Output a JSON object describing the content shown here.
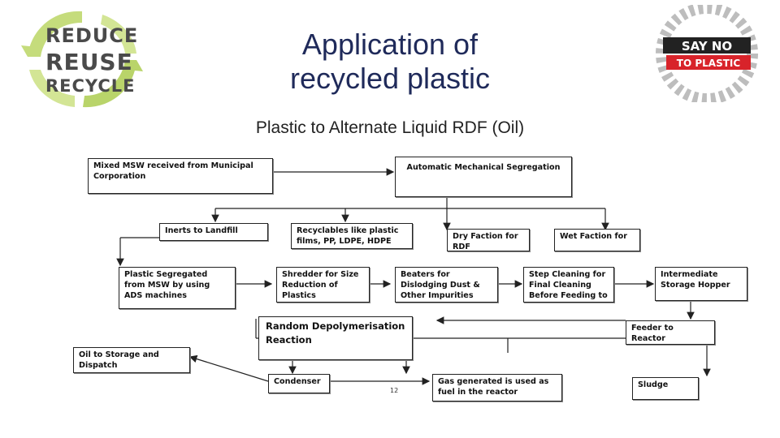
{
  "title_line1": "Application of",
  "title_line2": "recycled plastic",
  "subtitle": "Plastic to Alternate Liquid RDF (Oil)",
  "logo_left": {
    "line1": "REDUCE",
    "line2": "REUSE",
    "line3": "RECYCLE"
  },
  "logo_right": {
    "line1": "SAY NO",
    "line2": "TO PLASTIC"
  },
  "colors": {
    "title": "#1f2a5a",
    "recycle_green": "#b9d46a",
    "say_no_red": "#d8232a"
  },
  "flow": {
    "mixed_msw": "Mixed MSW received from Municipal Corporation",
    "auto_segregation": "Automatic Mechanical Segregation",
    "inerts": "Inerts to Landfill",
    "recyclables": "Recyclables like plastic films, PP, LDPE, HDPE",
    "dry_faction": "Dry Faction for RDF",
    "wet_faction": "Wet Faction for",
    "plastic_segregated": "Plastic Segregated from MSW by using ADS machines",
    "shredder": "Shredder for Size Reduction of Plastics",
    "beaters": "Beaters for Dislodging Dust & Other Impurities",
    "step_cleaning": "Step Cleaning for Final Cleaning Before Feeding to",
    "intermediate": "Intermediate Storage Hopper",
    "random_depoly": "Random Depolymerisation Reaction",
    "feeder": "Feeder to Reactor",
    "oil_storage": "Oil to Storage and Dispatch",
    "condenser": "Condenser",
    "gas_generated": "Gas generated is used as fuel in the reactor",
    "sludge": "Sludge",
    "page_number": "12"
  }
}
